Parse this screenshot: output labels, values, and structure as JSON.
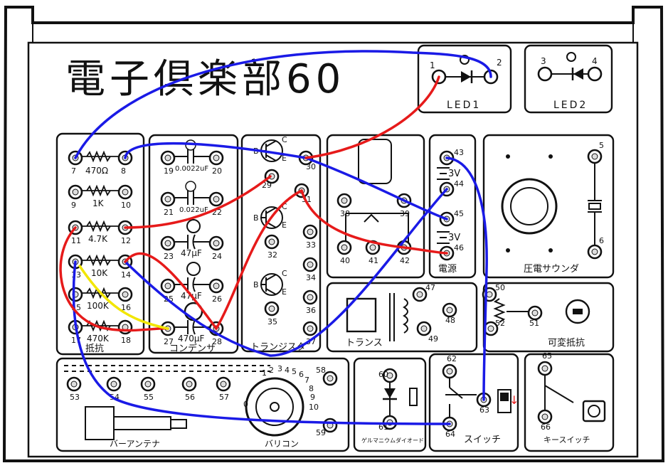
{
  "title": "電子倶楽部60",
  "sections": {
    "led1": "LED1",
    "led2": "LED2",
    "resistor": "抵抗",
    "capacitor": "コンデンサ",
    "transistor": "トランジスタ",
    "battery": "電源",
    "speaker": "圧電サウンダ",
    "transformer": "トランス",
    "variable_resistor": "可変抵抗",
    "antenna": "バーアンテナ",
    "varicon": "バリコン",
    "germanium_diode": "ゲルマニウムダイオード",
    "switch": "スイッチ",
    "key_switch": "キースイッチ"
  },
  "component_values": {
    "r1": "470Ω",
    "r2": "1K",
    "r3": "4.7K",
    "r4": "10K",
    "r5": "100K",
    "r6": "470K",
    "c1": "0.0022uF",
    "c2": "0.022uF",
    "c3": "47μF",
    "c4": "47μF",
    "c5": "470μF",
    "b1": "3V",
    "b2": "3V"
  },
  "terminals": [
    "1",
    "2",
    "3",
    "4",
    "5",
    "6",
    "7",
    "8",
    "9",
    "10",
    "11",
    "12",
    "13",
    "14",
    "15",
    "16",
    "17",
    "18",
    "19",
    "20",
    "21",
    "22",
    "23",
    "24",
    "25",
    "26",
    "27",
    "28",
    "29",
    "30",
    "31",
    "32",
    "33",
    "34",
    "35",
    "36",
    "37",
    "38",
    "39",
    "40",
    "41",
    "42",
    "43",
    "44",
    "45",
    "46",
    "47",
    "48",
    "49",
    "50",
    "51",
    "52",
    "53",
    "54",
    "55",
    "56",
    "57",
    "58",
    "59",
    "60",
    "61",
    "62",
    "63",
    "64",
    "65",
    "66"
  ],
  "transistor_pins": {
    "c": "C",
    "b": "B",
    "e": "E"
  },
  "dial_numbers": [
    "1",
    "2",
    "3",
    "4",
    "5",
    "6",
    "7",
    "8",
    "9",
    "10",
    "0"
  ],
  "wire_colors": {
    "blue": "#1a1ae6",
    "red": "#e61a1a",
    "yellow": "#f2e600"
  },
  "switch_arrow": "↓"
}
